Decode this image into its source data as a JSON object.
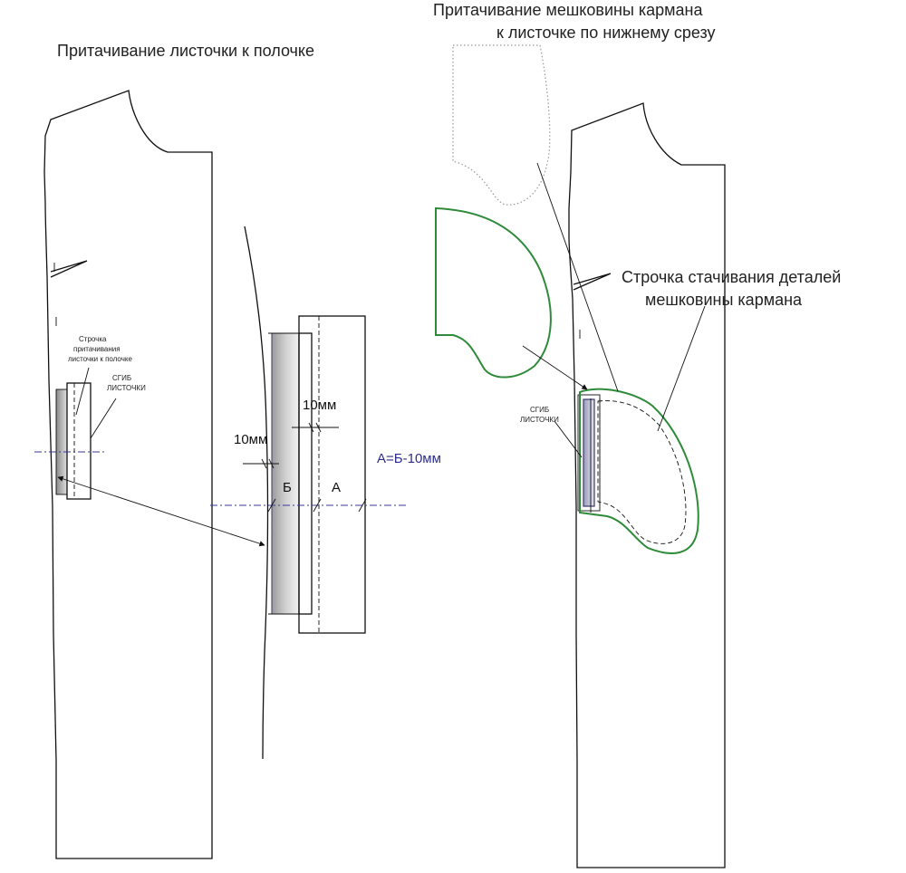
{
  "titles": {
    "left": "Притачивание листочки к полочке",
    "right_line1": "Притачивание мешковины кармана",
    "right_line2": "к листочке по нижнему срезу"
  },
  "labels": {
    "stitch_line1": "Строчка",
    "stitch_line2": "притачивания",
    "stitch_line3": "листочки к полочке",
    "fold_line1": "СГИБ",
    "fold_line2": "ЛИСТОЧКИ",
    "dim_top": "10мм",
    "dim_left": "10мм",
    "letter_b": "Б",
    "letter_a": "А",
    "formula": "А=Б-10мм",
    "pocket_stitch_line1": "Строчка стачивания деталей",
    "pocket_stitch_line2": "мешковины кармана",
    "fold_right_line1": "СГИБ",
    "fold_right_line2": "ЛИСТОЧКИ"
  },
  "colors": {
    "line": "#111111",
    "accent_green": "#2e8b3a",
    "axis_blue": "#3a3a9a",
    "formula_blue": "#2e2e8a"
  }
}
